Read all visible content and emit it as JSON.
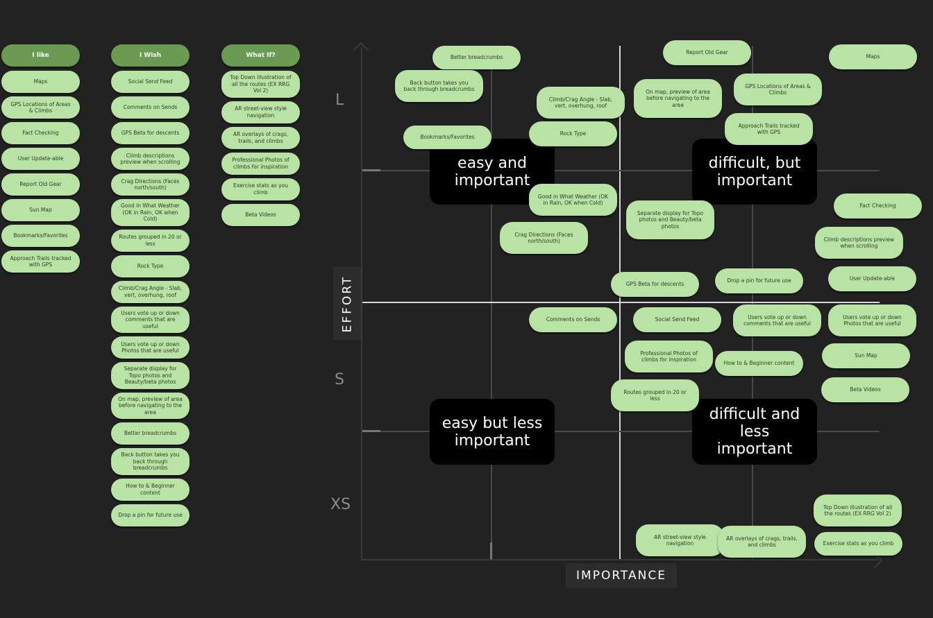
{
  "columns": {
    "like": {
      "title": "I like",
      "items": [
        "Maps",
        "GPS Locations of Areas & Climbs",
        "Fact Checking",
        "User Update-able",
        "Report Old Gear",
        "Sun Map",
        "Bookmarks/Favorites",
        "Approach Trails tracked with GPS"
      ]
    },
    "wish": {
      "title": "I Wish",
      "items": [
        "Social Send Feed",
        "Comments on Sends",
        "GPS Beta for descents",
        "Climb descriptions preview when scrolling",
        "Crag Directions (Faces north/south)",
        "Good in What Weather (OK in Rain, OK when Cold)",
        "Routes grouped in 20 or less",
        "Rock Type",
        "Climb/Crag Angle - Slab, vert, overhung, roof",
        "Users vote up or down comments that are useful",
        "Users vote up or down Photos that are useful",
        "Separate display for Topo photos and Beauty/beta photos",
        "On map, preview of area before navigating to the area",
        "Better breadcrumbs",
        "Back button takes you back through breadcrumbs",
        "How to & Beginner content",
        "Drop a pin for future use"
      ]
    },
    "whatif": {
      "title": "What If?",
      "items": [
        "Top Down illustration of all the routes (EX RRG Vol 2)",
        "AR street-view style navigation",
        "AR overlays of crags, trails, and climbs",
        "Professional Photos of climbs for inspiration",
        "Exercise stats as you climb",
        "Beta Videos"
      ]
    }
  },
  "matrix": {
    "x_axis_label": "IMPORTANCE",
    "y_axis_label": "EFFORT",
    "effort_levels": [
      "L",
      "S",
      "XS"
    ],
    "quadrants": {
      "top_left": "easy and important",
      "top_right": "difficult, but important",
      "bottom_left": "easy but less important",
      "bottom_right": "difficult and less important"
    }
  },
  "notes": [
    "Better breadcrumbs",
    "Back button takes you back through breadcrumbs",
    "Bookmarks/Favorites",
    "Climb/Crag Angle - Slab, vert, overhung, roof",
    "Rock Type",
    "Good in What Weather (OK in Rain, OK when Cold)",
    "Crag Directions (Faces north/south)",
    "Report Old Gear",
    "On map, preview of area before navigating to the area",
    "GPS Locations of Areas & Climbs",
    "Approach Trails tracked with GPS",
    "Maps",
    "Separate display for Topo photos and Beauty/beta photos",
    "Fact Checking",
    "Climb descriptions preview when scrolling",
    "User Update-able",
    "GPS Beta for descents",
    "Drop a pin for future use",
    "Comments on Sends",
    "Social Send Feed",
    "Users vote up or down comments that are useful",
    "Users vote up or down Photos that are useful",
    "Professional Photos of climbs for inspiration",
    "How to & Beginner content",
    "Sun Map",
    "Routes grouped in 20 or less",
    "Beta Videos",
    "Top Down illustration of all the routes (EX RRG Vol 2)",
    "AR street-view style navigation",
    "AR overlays of crags, trails, and climbs",
    "Exercise stats as you climb"
  ],
  "colors": {
    "background": "#222222",
    "note": "#b9e3a4",
    "header": "#6b9a52",
    "label_bg": "#000000"
  }
}
